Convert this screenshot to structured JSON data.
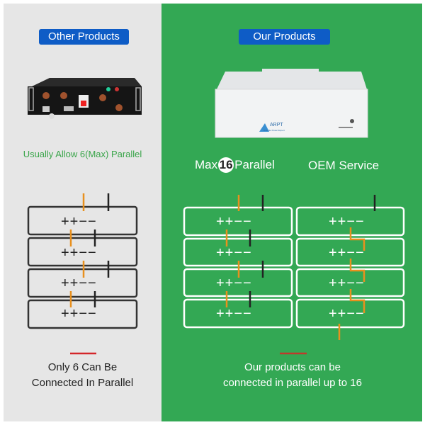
{
  "left": {
    "badge": "Other Products",
    "caption": "Usually Allow 6(Max) Parallel",
    "terminals": "++−−",
    "footer_line1": "Only 6 Can Be",
    "footer_line2": "Connected In Parallel"
  },
  "right": {
    "badge": "Our Products",
    "brand": "ARPT",
    "brand_tagline": "Reliable Power Expert",
    "max_prefix": "Max",
    "max_number": "16",
    "max_suffix": "Parallel",
    "oem": "OEM Service",
    "terminals": "++−−",
    "footer_line1": "Our products can be",
    "footer_line2": "connected in parallel up to 16"
  },
  "colors": {
    "gray_bg": "#e6e6e6",
    "green_bg": "#33a854",
    "badge_blue": "#0e5cc6",
    "orange_lead": "#e8901e",
    "red_divider": "#d3262a"
  }
}
